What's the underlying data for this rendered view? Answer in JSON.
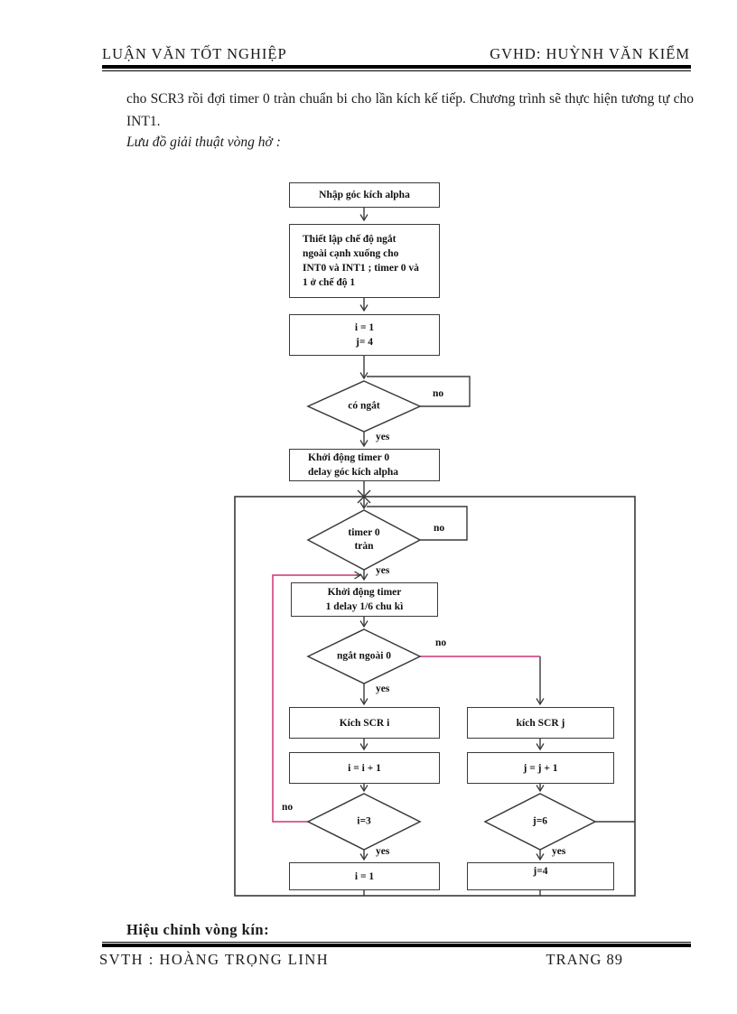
{
  "header": {
    "left": "LUẬN VĂN TỐT NGHIỆP",
    "right": "GVHD: HUỲNH VĂN KIỂM"
  },
  "body": {
    "paragraph": "cho SCR3 rồi đợi timer 0 tràn chuẩn bi cho lần kích kế tiếp. Chương trình sẽ thực hiện tương tự cho INT1.",
    "flow_caption": "Lưu đồ giải thuật vòng hở :",
    "closing_heading": "Hiệu chỉnh vòng kín:"
  },
  "flowchart": {
    "nodes": {
      "input": "Nhập góc kích alpha",
      "setup": "Thiết lập chế độ ngắt\nngoài cạnh xuống cho\nINT0 và INT1 ; timer 0 và\n1 ở chế độ 1",
      "init": "i = 1\nj= 4",
      "interrupt_check": "có ngắt",
      "start_timer0": "Khởi động timer 0\ndelay góc kích alpha",
      "timer0_overflow": "timer 0\ntràn",
      "start_timer1": "Khởi động timer\n1 delay 1/6 chu kì",
      "ext_interrupt0": "ngắt ngoài 0",
      "fire_scr_i": "Kích SCR i",
      "fire_scr_j": "kích SCR j",
      "inc_i": "i = i + 1",
      "inc_j": "j = j + 1",
      "i_eq_3": "i=3",
      "j_eq_6": "j=6",
      "reset_i": "i = 1",
      "reset_j": "j=4"
    },
    "labels": {
      "yes": "yes",
      "no": "no"
    },
    "colors": {
      "line": "#3a3a3a",
      "loop_line": "#cc3377"
    }
  },
  "footer": {
    "left": "SVTH : HOÀNG TRỌNG LINH",
    "right": "TRANG 89"
  }
}
